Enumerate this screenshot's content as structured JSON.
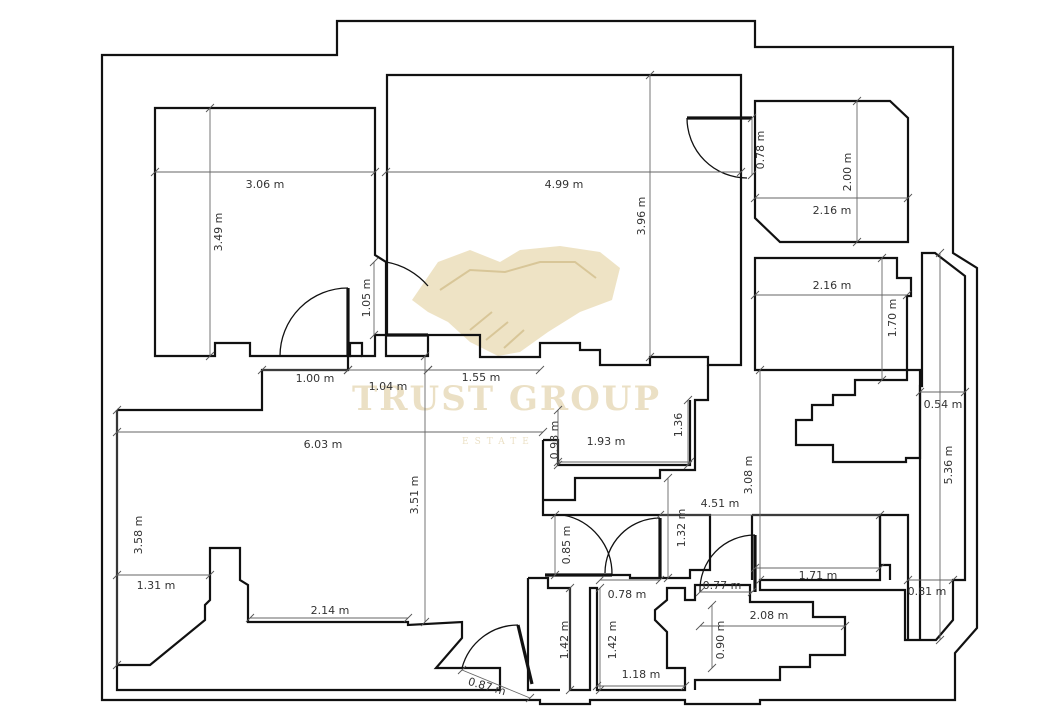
{
  "watermark": {
    "brand": "TRUST GROUP",
    "sub": "ESTATE",
    "color": "#d8c38d"
  },
  "colors": {
    "wall": "#111111",
    "dimension": "#666666",
    "background": "#ffffff"
  },
  "dimensions": [
    {
      "id": "d1",
      "label": "3.06 m"
    },
    {
      "id": "d2",
      "label": "4.99 m"
    },
    {
      "id": "d3",
      "label": "3.49 m"
    },
    {
      "id": "d4",
      "label": "3.96 m"
    },
    {
      "id": "d5",
      "label": "0.78 m"
    },
    {
      "id": "d6",
      "label": "2.00 m"
    },
    {
      "id": "d7",
      "label": "2.16 m"
    },
    {
      "id": "d8",
      "label": "2.16 m"
    },
    {
      "id": "d9",
      "label": "1.70 m"
    },
    {
      "id": "d10",
      "label": "1.05 m"
    },
    {
      "id": "d11",
      "label": "1.00 m"
    },
    {
      "id": "d12",
      "label": "1.04 m"
    },
    {
      "id": "d13",
      "label": "1.55 m"
    },
    {
      "id": "d14",
      "label": "0.54 m"
    },
    {
      "id": "d15",
      "label": "1.36"
    },
    {
      "id": "d16",
      "label": "0.98 m"
    },
    {
      "id": "d17",
      "label": "1.93 m"
    },
    {
      "id": "d18",
      "label": "6.03 m"
    },
    {
      "id": "d19",
      "label": "5.36 m"
    },
    {
      "id": "d20",
      "label": "3.08 m"
    },
    {
      "id": "d21",
      "label": "3.51 m"
    },
    {
      "id": "d22",
      "label": "4.51 m"
    },
    {
      "id": "d23",
      "label": "3.58 m"
    },
    {
      "id": "d24",
      "label": "1.32 m"
    },
    {
      "id": "d25",
      "label": "0.85 m"
    },
    {
      "id": "d26",
      "label": "1.31 m"
    },
    {
      "id": "d27",
      "label": "0.77 m"
    },
    {
      "id": "d28",
      "label": "1.71 m"
    },
    {
      "id": "d29",
      "label": "0.78 m"
    },
    {
      "id": "d30",
      "label": "0.81 m"
    },
    {
      "id": "d31",
      "label": "2.08 m"
    },
    {
      "id": "d32",
      "label": "2.14 m"
    },
    {
      "id": "d33",
      "label": "1.42 m"
    },
    {
      "id": "d34",
      "label": "1.42 m"
    },
    {
      "id": "d35",
      "label": "0.90 m"
    },
    {
      "id": "d36",
      "label": "1.18 m"
    },
    {
      "id": "d37",
      "label": "0.87 m"
    }
  ]
}
